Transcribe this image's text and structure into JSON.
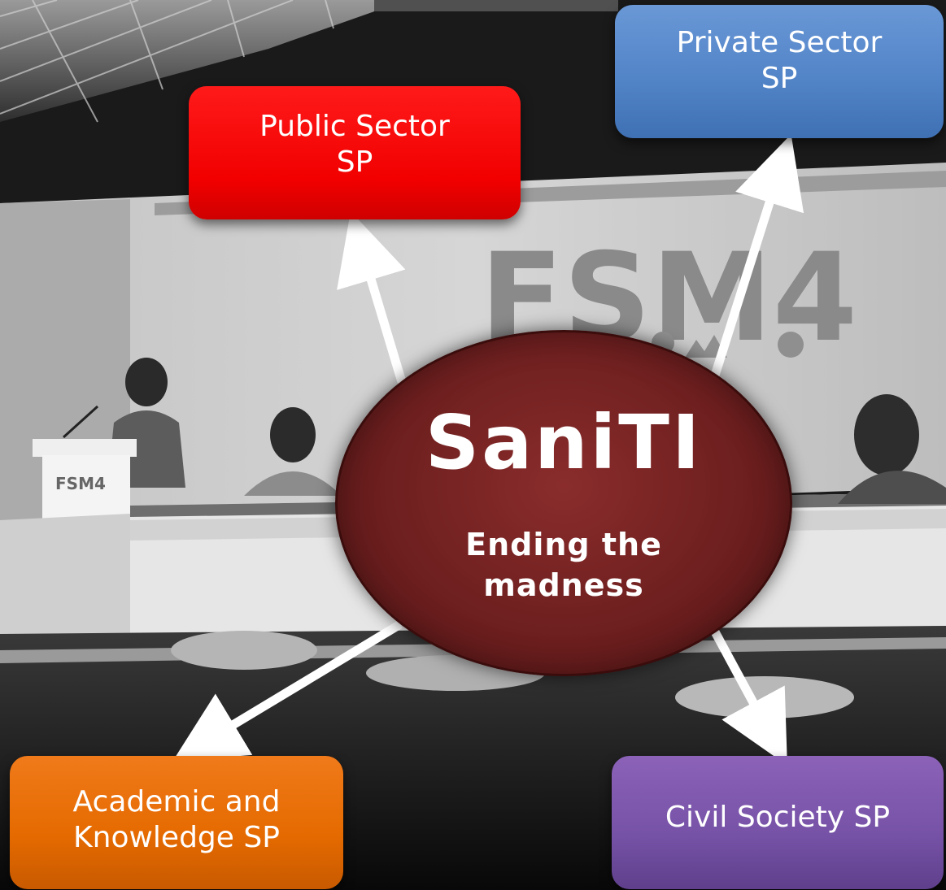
{
  "center": {
    "title": "SaniTI",
    "subtitle_line1": "Ending the",
    "subtitle_line2": "madness",
    "color": "#6e1f1f"
  },
  "nodes": {
    "public": {
      "line1": "Public Sector",
      "line2": "SP",
      "color": "#f20000"
    },
    "private": {
      "line1": "Private Sector",
      "line2": "SP",
      "color": "#5284c8"
    },
    "academic": {
      "line1": "Academic and",
      "line2": "Knowledge SP",
      "color": "#e56a00"
    },
    "civil": {
      "line1": "Civil Society SP",
      "color": "#7652a6"
    }
  },
  "background": {
    "photo_text": "FSM4",
    "podium_text": "FSM4"
  },
  "arrow_color": "#ffffff"
}
